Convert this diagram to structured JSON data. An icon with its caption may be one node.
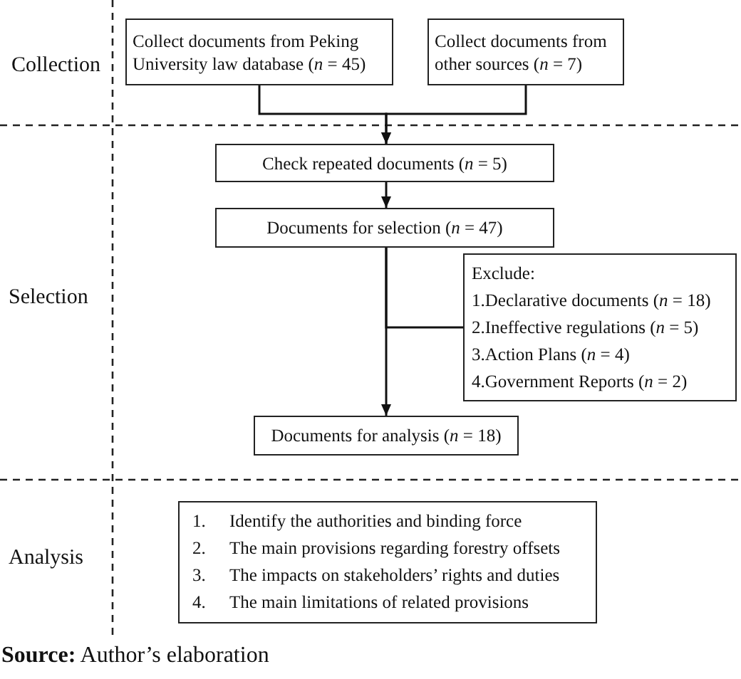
{
  "diagram": {
    "caption": "**Source:** Author’s elaboration",
    "nodes": [
      {
        "text": [
          "Collect documents from Peking University law database (*n* = 45)"
        ]
      },
      {
        "text": [
          "Collect documents from other sources (*n* = 7)"
        ]
      },
      {
        "text": [
          "Check repeated documents (*n* = 5)"
        ]
      },
      {
        "text": [
          "Documents for selection (*n* = 47)"
        ]
      },
      {
        "text": [
          "Exclude:",
          "1.Declarative documents (*n* = 18)",
          "2.Ineffective regulations (*n* = 5)",
          "3.Action Plans (*n* = 4)",
          "4.Government Reports (*n* = 2)"
        ]
      },
      {
        "text": [
          "Documents for analysis (*n* = 18)"
        ]
      },
      {
        "text": [
          "1. Identify the authorities and binding force",
          "2. The main provisions regarding forestry offsets",
          "3. The impacts on stakeholders’ rights and duties",
          "4. The main limitations of related provisions"
        ]
      }
    ],
    "edges": [
      {
        "from": 0,
        "to": 2,
        "arrow": "to"
      },
      {
        "from": 1,
        "to": 2,
        "arrow": "to"
      },
      {
        "from": 2,
        "to": 3,
        "arrow": "to"
      },
      {
        "from": 3,
        "to": 5,
        "arrow": "to"
      },
      {
        "from": 3,
        "to": 4,
        "arrow": "none"
      }
    ],
    "labels": [
      "Collection",
      "Selection",
      "Analysis"
    ]
  }
}
